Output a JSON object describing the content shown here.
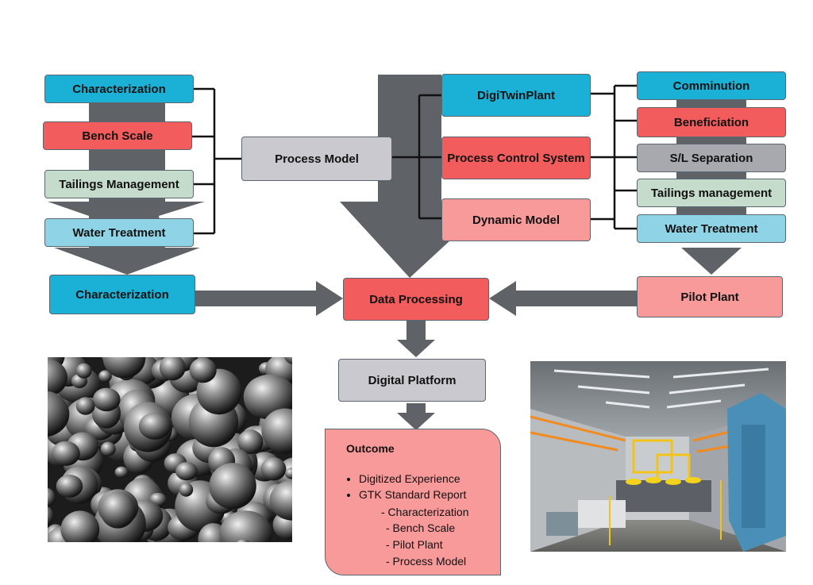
{
  "left_column": {
    "characterization": "Characterization",
    "bench_scale": "Bench Scale",
    "tailings_management": "Tailings Management",
    "water_treatment": "Water Treatment"
  },
  "left_output": "Characterization",
  "process_model": "Process Model",
  "middle_column": {
    "digitwinplant": "DigiTwinPlant",
    "process_control_system": "Process Control System",
    "dynamic_model": "Dynamic Model"
  },
  "right_column": {
    "comminution": "Comminution",
    "beneficiation": "Beneficiation",
    "sl_separation": "S/L Separation",
    "tailings_management": "Tailings management",
    "water_treatment": "Water Treatment"
  },
  "right_output": "Pilot Plant",
  "data_processing": "Data Processing",
  "digital_platform": "Digital Platform",
  "outcome": {
    "title": "Outcome",
    "bullets": [
      "Digitized Experience",
      "GTK Standard Report"
    ],
    "sub_items": [
      "- Characterization",
      "- Bench Scale",
      "- Pilot Plant",
      "- Process Model"
    ]
  },
  "colors": {
    "cyan": "#1bb1d6",
    "red": "#f25c5c",
    "pink": "#f8999a",
    "mint": "#c5dccc",
    "light_blue": "#8fd4e6",
    "gray": "#c9c9cf",
    "arrow": "#5f6266"
  },
  "images": {
    "left_photo": "froth-bubbles-photo",
    "right_photo": "pilot-plant-hall-photo"
  }
}
